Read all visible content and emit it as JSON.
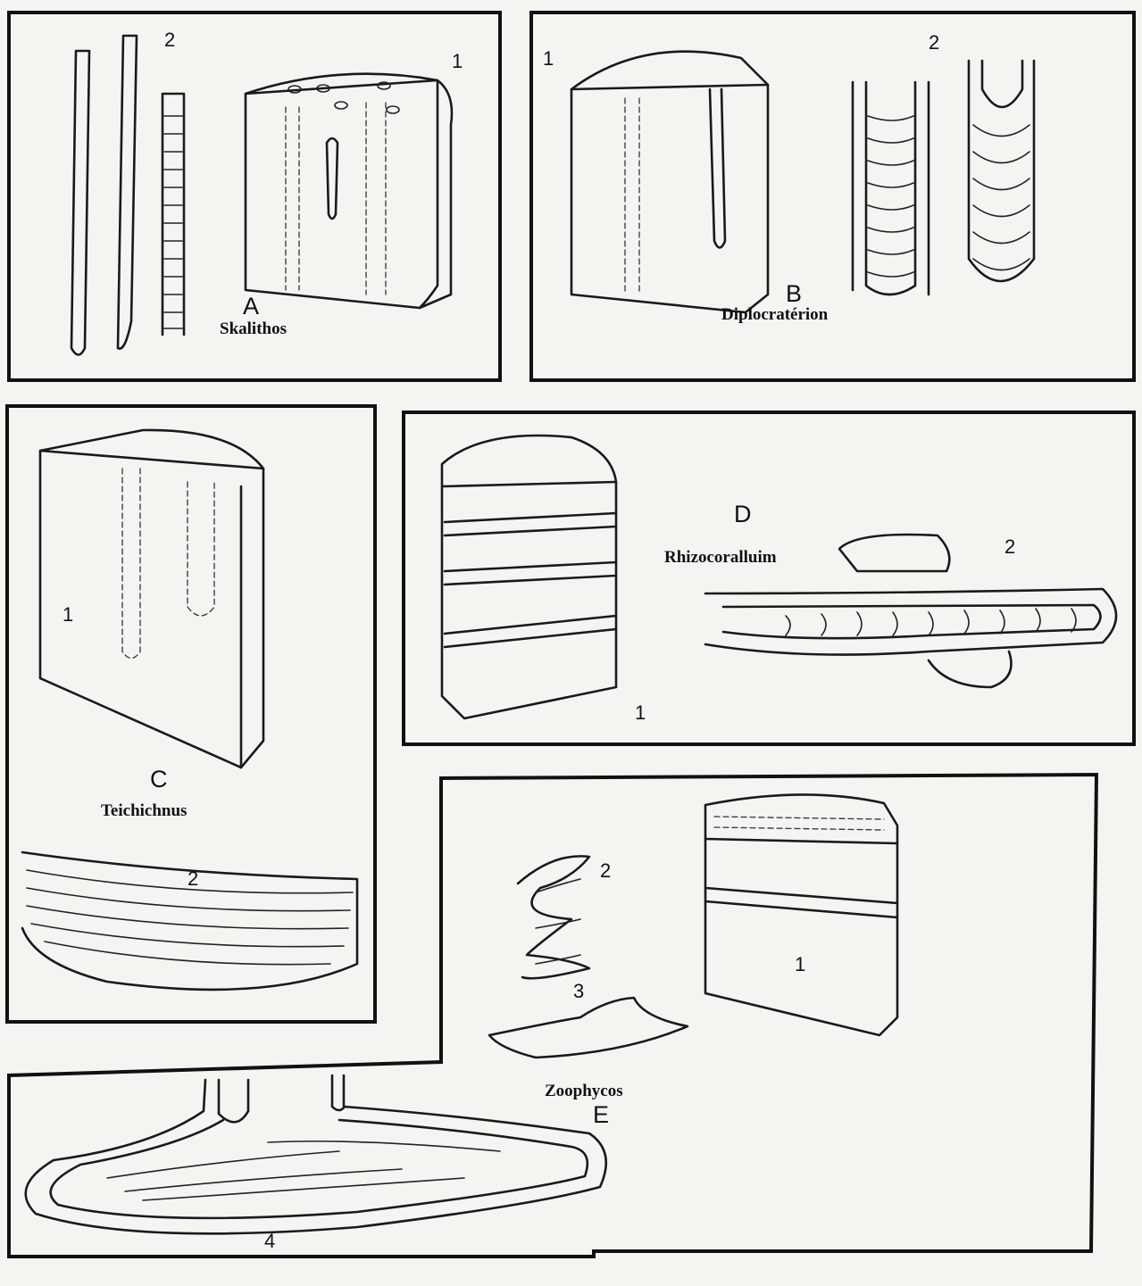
{
  "panels": {
    "A": {
      "letter": "A",
      "name": "Skalithos",
      "labels": [
        "1",
        "2"
      ]
    },
    "B": {
      "letter": "B",
      "name": "Diplocratérion",
      "labels": [
        "1",
        "2"
      ]
    },
    "C": {
      "letter": "C",
      "name": "Teichichnus",
      "labels": [
        "1",
        "2"
      ]
    },
    "D": {
      "letter": "D",
      "name": "Rhizocoralluim",
      "labels": [
        "1",
        "2"
      ]
    },
    "E": {
      "letter": "E",
      "name": "Zoophycos",
      "labels": [
        "1",
        "2",
        "3",
        "4"
      ]
    }
  }
}
